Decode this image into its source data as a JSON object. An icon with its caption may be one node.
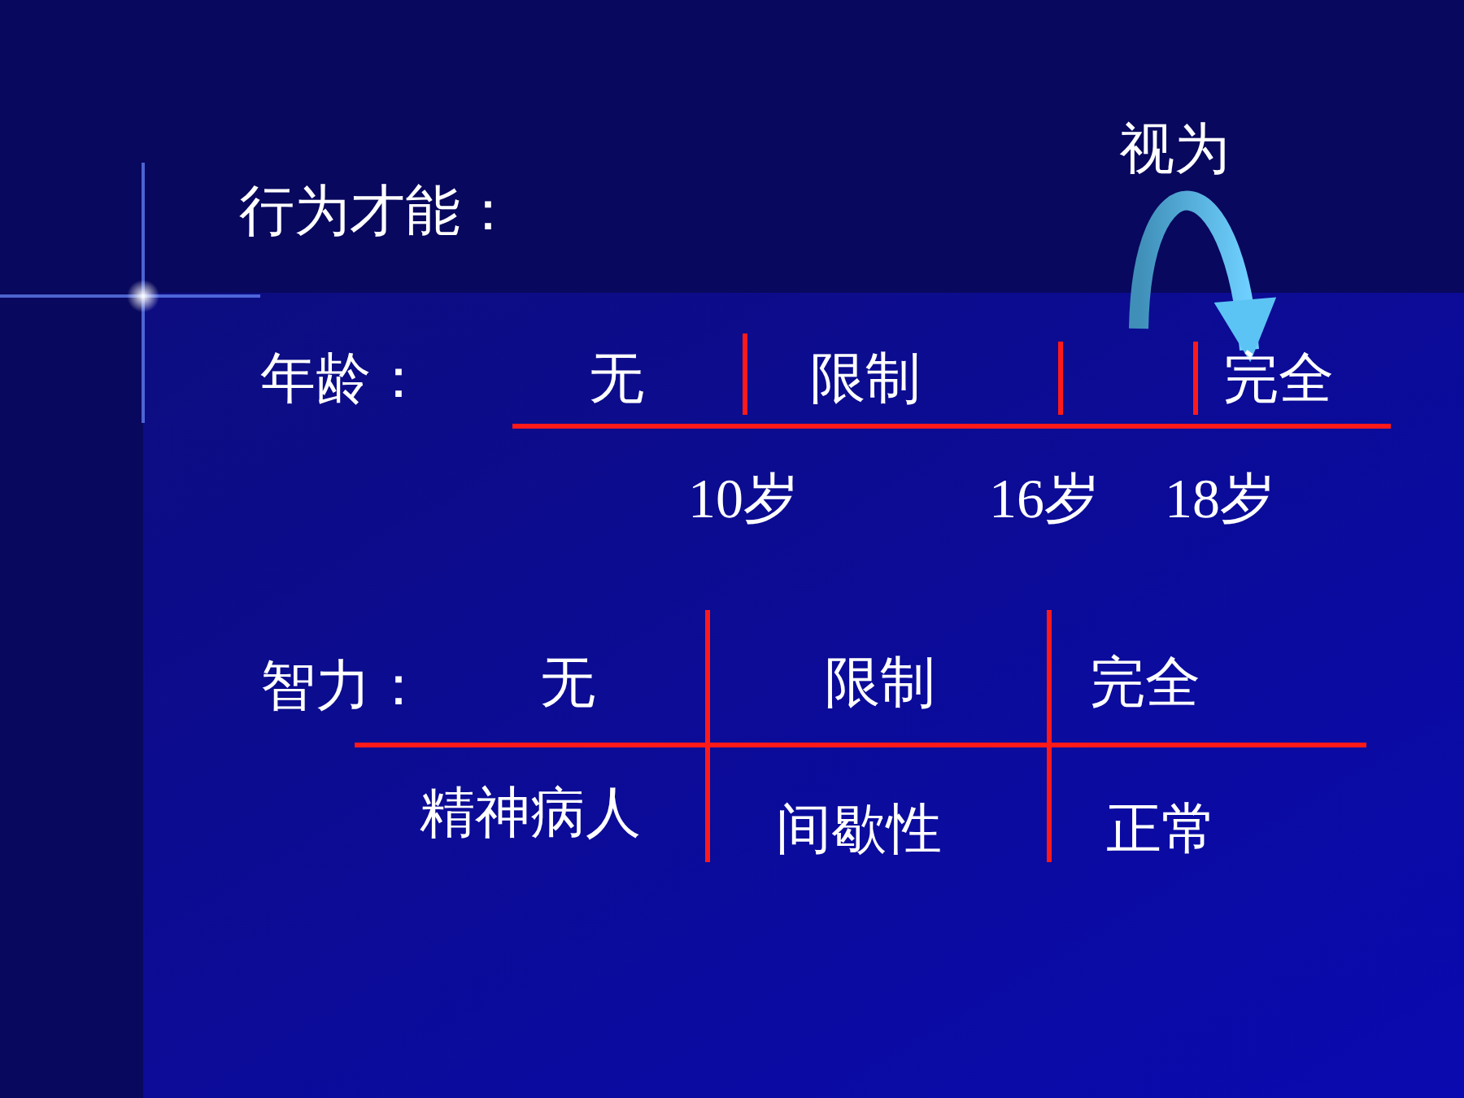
{
  "diagram": {
    "title": "行为才能：",
    "nodes": [
      {
        "text": [
          "无"
        ]
      },
      {
        "text": [
          "限制"
        ]
      },
      {
        "text": [
          "完全"
        ]
      }
    ],
    "edges": [
      {
        "from": null,
        "to": 2,
        "arrow": "to",
        "label": "视为"
      }
    ],
    "labels": [
      "年龄：",
      "10岁",
      "16岁",
      "18岁",
      "智力：",
      "无",
      "限制",
      "完全",
      "精神病人",
      "间歇性",
      "正常"
    ]
  }
}
